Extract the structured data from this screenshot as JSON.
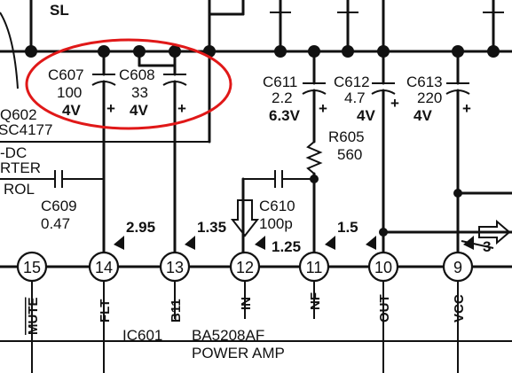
{
  "labels": {
    "sl": "SL",
    "q602": "Q602",
    "c4177": "SC4177",
    "dc": "-DC",
    "rter": "RTER",
    "rol": "ROL"
  },
  "capacitors": [
    {
      "ref": "C607",
      "value": "100",
      "voltage": "4V"
    },
    {
      "ref": "C608",
      "value": "33",
      "voltage": "4V"
    },
    {
      "ref": "C611",
      "value": "2.2",
      "voltage": "6.3V"
    },
    {
      "ref": "C612",
      "value": "4.7",
      "voltage": "4V"
    },
    {
      "ref": "C613",
      "value": "220",
      "voltage": "4V"
    }
  ],
  "c609": {
    "ref": "C609",
    "value": "0.47"
  },
  "c610": {
    "ref": "C610",
    "value": "100p"
  },
  "r605": {
    "ref": "R605",
    "value": "560"
  },
  "voltages": {
    "v14": "2.95",
    "v13": "1.35",
    "v12": "1.25",
    "v10": "1.5",
    "v9": "3"
  },
  "pins": [
    {
      "num": "15",
      "name": "MUTE"
    },
    {
      "num": "14",
      "name": "FLT"
    },
    {
      "num": "13",
      "name": "B11"
    },
    {
      "num": "12",
      "name": "IN"
    },
    {
      "num": "11",
      "name": "NF"
    },
    {
      "num": "10",
      "name": "OUT"
    },
    {
      "num": "9",
      "name": "VCC"
    }
  ],
  "ic": {
    "ref": "IC601",
    "part": "BA5208AF",
    "function": "POWER AMP"
  },
  "highlight_color": "#e01818"
}
